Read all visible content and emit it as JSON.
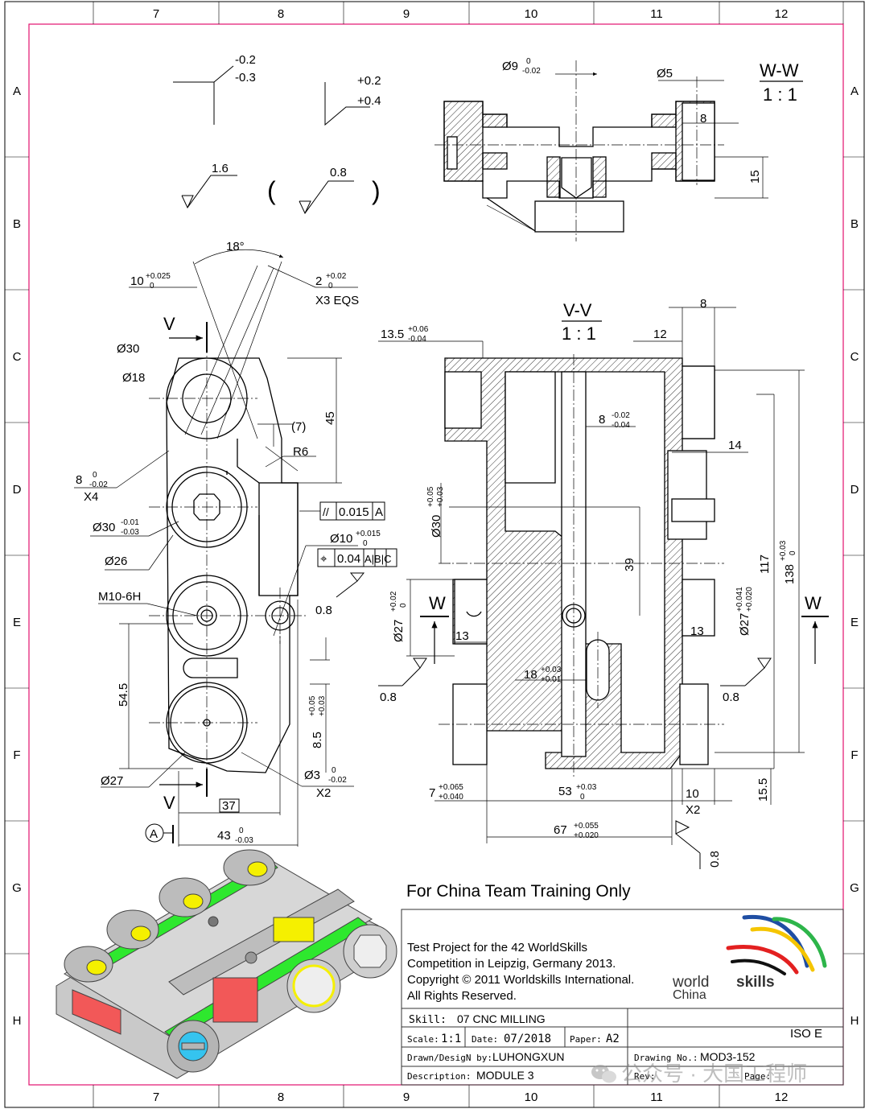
{
  "frame": {
    "col_labels": [
      "7",
      "8",
      "9",
      "10",
      "11",
      "12"
    ],
    "row_labels": [
      "A",
      "B",
      "C",
      "D",
      "E",
      "F",
      "G",
      "H"
    ]
  },
  "tolerance_notes": {
    "a_upper": "-0.2",
    "a_lower": "-0.3",
    "b_upper": "+0.2",
    "b_lower": "+0.4"
  },
  "roughness": {
    "general": "1.6",
    "other": "0.8",
    "paren_open": "(",
    "paren_close": ")",
    "r1": "0.8",
    "r2": "0.8",
    "r3": "0.8",
    "r4": "0.8"
  },
  "section_ww": {
    "title": "W-W",
    "scale": "1 : 1",
    "d9": "Ø9",
    "d9_upper": "0",
    "d9_lower": "-0.02",
    "d5": "Ø5",
    "dim8": "8",
    "dim15": "15"
  },
  "main_view": {
    "angle": "18°",
    "w10": "10",
    "w10_upper": "+0.025",
    "w10_lower": "0",
    "w2": "2",
    "w2_upper": "+0.02",
    "w2_lower": "0",
    "w2_note": "X3 EQS",
    "section_v": "V",
    "d30": "Ø30",
    "d18": "Ø18",
    "dim45": "45",
    "dim7": "(7)",
    "r6": "R6",
    "w8": "8",
    "w8_upper": "0",
    "w8_lower": "-0.02",
    "w8_note": "X4",
    "par_sym": "//",
    "par_tol": "0.015",
    "par_datum": "A",
    "d10": "Ø10",
    "d10_upper": "+0.015",
    "d10_lower": "0",
    "pos_sym": "⌖",
    "pos_tol": "0.04",
    "pos_datums": "A|B|C",
    "d30b": "Ø30",
    "d30b_upper": "-0.01",
    "d30b_lower": "-0.03",
    "d26": "Ø26",
    "thread": "M10-6H",
    "dim54_5": "54.5",
    "dim8_5": "8.5",
    "dim8_5_upper": "+0.05",
    "dim8_5_lower": "+0.03",
    "d27": "Ø27",
    "d3": "Ø3",
    "d3_upper": "0",
    "d3_lower": "-0.02",
    "d3_note": "X2",
    "dim37": "37",
    "datum_a": "A",
    "dim43": "43",
    "dim43_upper": "0",
    "dim43_lower": "-0.03"
  },
  "section_vv": {
    "title": "V-V",
    "scale": "1 : 1",
    "w13_5": "13.5",
    "w13_5_upper": "+0.06",
    "w13_5_lower": "-0.04",
    "dim12": "12",
    "dim8": "8",
    "w8": "8",
    "w8_upper": "-0.02",
    "w8_lower": "-0.04",
    "dim14": "14",
    "d30": "Ø30",
    "d30_upper": "+0.05",
    "d30_lower": "+0.03",
    "dim39": "39",
    "dim117": "117",
    "dim138": "138",
    "dim138_upper": "+0.03",
    "dim138_lower": "0",
    "section_w": "W",
    "d27l": "Ø27",
    "d27l_upper": "+0.02",
    "d27l_lower": "0",
    "dim13l": "13",
    "d27r": "Ø27",
    "d27r_upper": "+0.041",
    "d27r_lower": "+0.020",
    "dim13r": "13",
    "slot18": "18",
    "slot18_upper": "+0.03",
    "slot18_lower": "+0.01",
    "dim7": "7",
    "dim7_upper": "+0.065",
    "dim7_lower": "+0.040",
    "dim53": "53",
    "dim53_upper": "+0.03",
    "dim53_lower": "0",
    "dim10": "10",
    "dim10_note": "X2",
    "dim15_5": "15.5",
    "dim67": "67",
    "dim67_upper": "+0.055",
    "dim67_lower": "+0.020"
  },
  "banner": "For China Team Training Only",
  "title_block": {
    "line1": "Test Project for the 42 WorldSkills",
    "line2": "Competition in Leipzig, Germany 2013.",
    "line3": "Copyright © 2011 Worldskills International.",
    "line4": "All Rights Reserved.",
    "logo_world": "world",
    "logo_skills": "skills",
    "logo_china": "China",
    "skill_label": "Skill:",
    "skill_value": "07 CNC MILLING",
    "scale_label": "Scale:",
    "scale_value": "1:1",
    "date_label": "Date:",
    "date_value": "07/2018",
    "paper_label": "Paper:",
    "paper_value": "A2",
    "iso": "ISO E",
    "drawn_label": "Drawn/DesigN by:",
    "drawn_value": "LUHONGXUN",
    "drawing_no_label": "Drawing No.:",
    "drawing_no_value": "MOD3-152",
    "desc_label": "Description:",
    "desc_value": "MODULE 3",
    "rev_label": "Rev:",
    "page_label": "Page:"
  },
  "watermark": "公众号 · 大国工程师",
  "colors": {
    "line": "#000000",
    "frame": "#e3126f",
    "iso_body": "#c9c9c9",
    "iso_green": "#2ee82e",
    "iso_yellow": "#f5f000",
    "iso_red": "#f25858",
    "iso_cyan": "#35c4ef",
    "logo_blue": "#1f4ea3",
    "logo_yellow": "#f5c500",
    "logo_green": "#2db54a",
    "logo_red": "#e32020"
  },
  "icons": [
    "wechat-icon"
  ]
}
